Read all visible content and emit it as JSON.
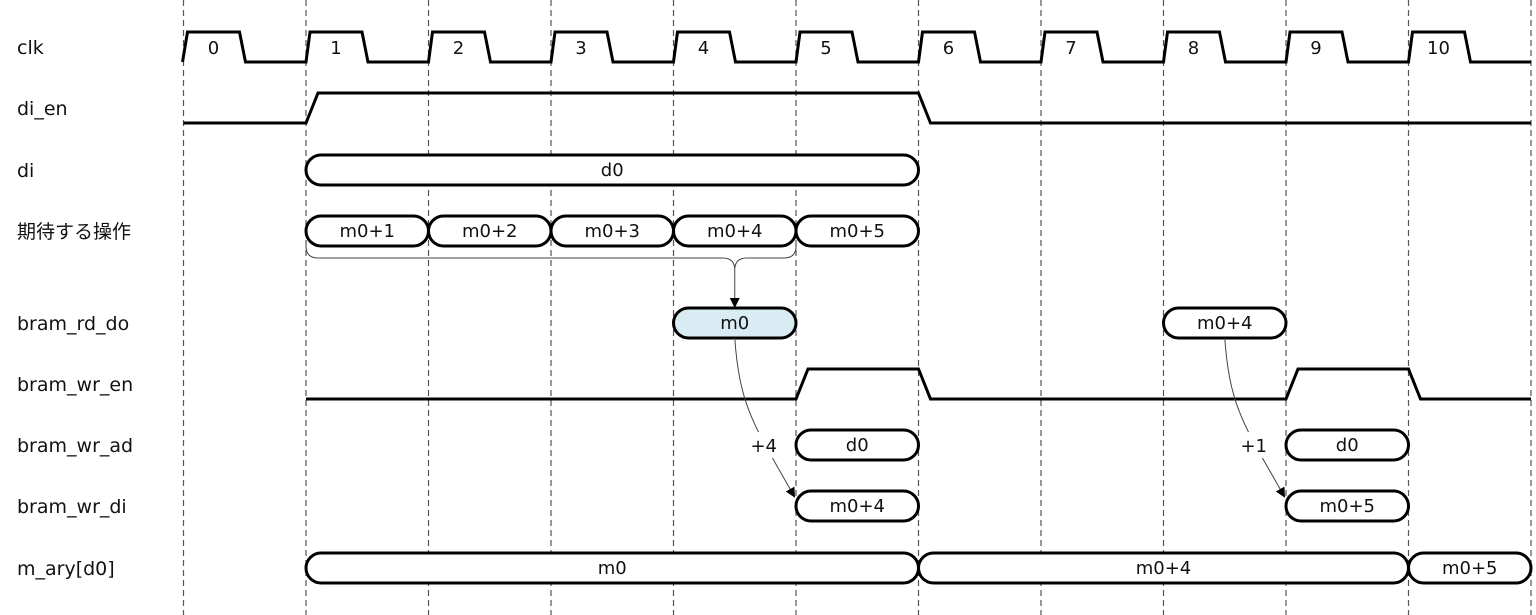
{
  "title": "timing diagram",
  "clock": {
    "cycles": [
      "0",
      "1",
      "2",
      "3",
      "4",
      "5",
      "6",
      "7",
      "8",
      "9",
      "10"
    ]
  },
  "signals": [
    {
      "name": "clk",
      "type": "clock"
    },
    {
      "name": "di_en",
      "type": "bit",
      "transitions": [
        {
          "at": 0,
          "v": 0
        },
        {
          "at": 1,
          "v": 1
        },
        {
          "at": 6,
          "v": 0
        }
      ]
    },
    {
      "name": "di",
      "type": "bus",
      "segments": [
        {
          "from": 1,
          "to": 6,
          "label": "d0"
        }
      ]
    },
    {
      "name": "期待する操作",
      "type": "bus",
      "segments": [
        {
          "from": 1,
          "to": 2,
          "label": "m0+1"
        },
        {
          "from": 2,
          "to": 3,
          "label": "m0+2"
        },
        {
          "from": 3,
          "to": 4,
          "label": "m0+3"
        },
        {
          "from": 4,
          "to": 5,
          "label": "m0+4"
        },
        {
          "from": 5,
          "to": 6,
          "label": "m0+5"
        }
      ]
    },
    {
      "name": "bram_rd_do",
      "type": "bus",
      "segments": [
        {
          "from": 4,
          "to": 5,
          "label": "m0",
          "highlight": true
        },
        {
          "from": 8,
          "to": 9,
          "label": "m0+4"
        }
      ]
    },
    {
      "name": "bram_wr_en",
      "type": "bit",
      "transitions": [
        {
          "at": 1,
          "v": 0
        },
        {
          "at": 5,
          "v": 1
        },
        {
          "at": 6,
          "v": 0
        },
        {
          "at": 9,
          "v": 1
        },
        {
          "at": 10,
          "v": 0
        }
      ]
    },
    {
      "name": "bram_wr_ad",
      "type": "bus",
      "segments": [
        {
          "from": 5,
          "to": 6,
          "label": "d0"
        },
        {
          "from": 9,
          "to": 10,
          "label": "d0"
        }
      ]
    },
    {
      "name": "bram_wr_di",
      "type": "bus",
      "segments": [
        {
          "from": 5,
          "to": 6,
          "label": "m0+4"
        },
        {
          "from": 9,
          "to": 10,
          "label": "m0+5"
        }
      ]
    },
    {
      "name": "m_ary[d0]",
      "type": "bus",
      "segments": [
        {
          "from": 1,
          "to": 6,
          "label": "m0"
        },
        {
          "from": 6,
          "to": 10,
          "label": "m0+4"
        },
        {
          "from": 10,
          "to": 11,
          "label": "m0+5"
        }
      ]
    }
  ],
  "annotations": [
    {
      "type": "brace",
      "signal": 3,
      "from": 1,
      "to": 5,
      "target_signal": 4,
      "target_at": 4.5
    },
    {
      "type": "arrow",
      "from_signal": 4,
      "from_at": 4.5,
      "to_signal": 7,
      "to_at": 5,
      "label": "+4"
    },
    {
      "type": "arrow",
      "from_signal": 4,
      "from_at": 8.5,
      "to_signal": 7,
      "to_at": 9,
      "label": "+1"
    }
  ],
  "colors": {
    "highlight": "#daecf3",
    "line": "#000000",
    "grid": "#555555"
  }
}
